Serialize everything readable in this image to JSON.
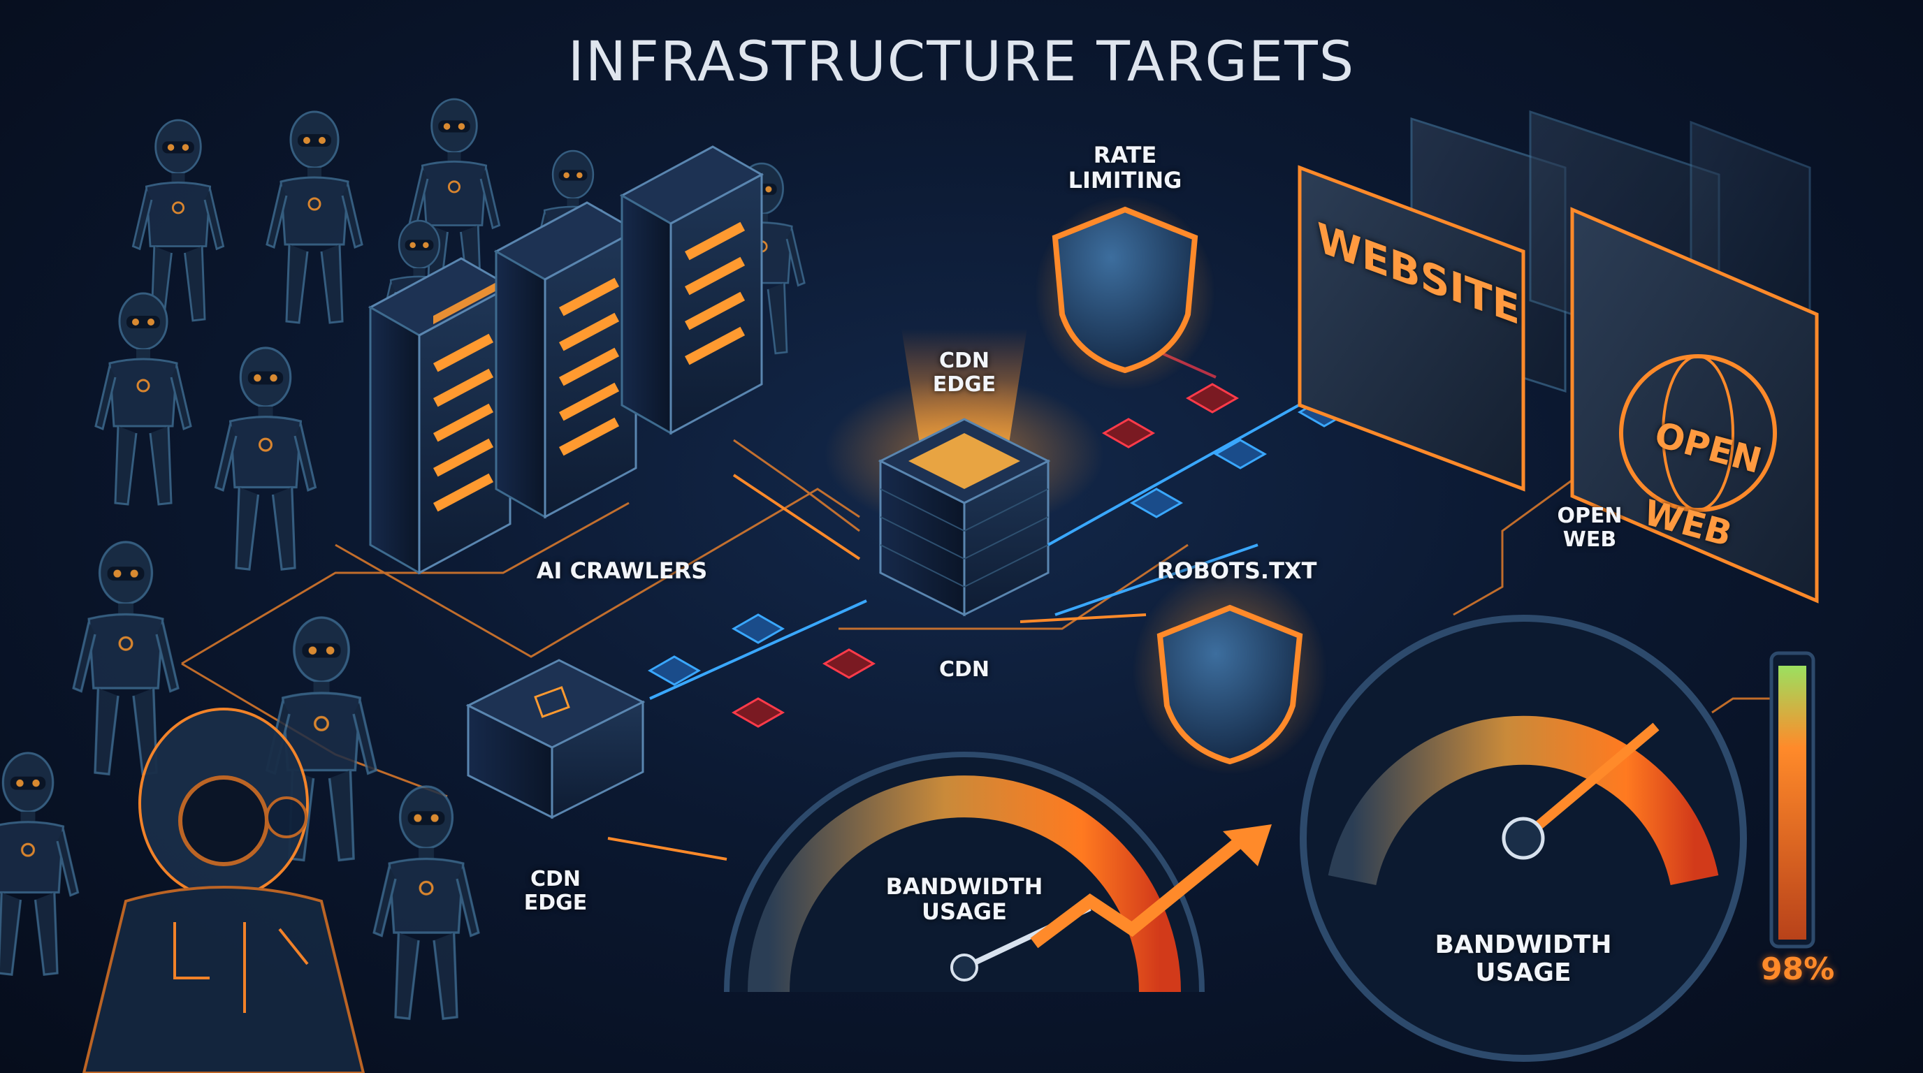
{
  "title": "INFRASTRUCTURE TARGETS",
  "labels": {
    "rate_limiting": "RATE\nLIMITING",
    "cdn_edge_top": "CDN\nEDGE",
    "ai_crawlers": "AI CRAWLERS",
    "robots_txt": "ROBOTS.TXT",
    "open_web_label": "OPEN\nWEB",
    "cdn": "CDN",
    "cdn_edge_bottom": "CDN\nEDGE",
    "bandwidth_usage_left": "BANDWIDTH\nUSAGE",
    "bandwidth_usage_right": "BANDWIDTH\nUSAGE"
  },
  "panels": {
    "website": "WEBSITE",
    "open_web_globe_line1": "OPEN",
    "open_web_globe_line2": "WEB"
  },
  "bandwidth_meter": {
    "percent_text": "98%",
    "level": 0.98
  },
  "colors": {
    "accent_orange": "#ff8a2a",
    "accent_blue": "#3aa8ff",
    "accent_red": "#ff3b4a",
    "robot_eye": "#ffa033"
  }
}
